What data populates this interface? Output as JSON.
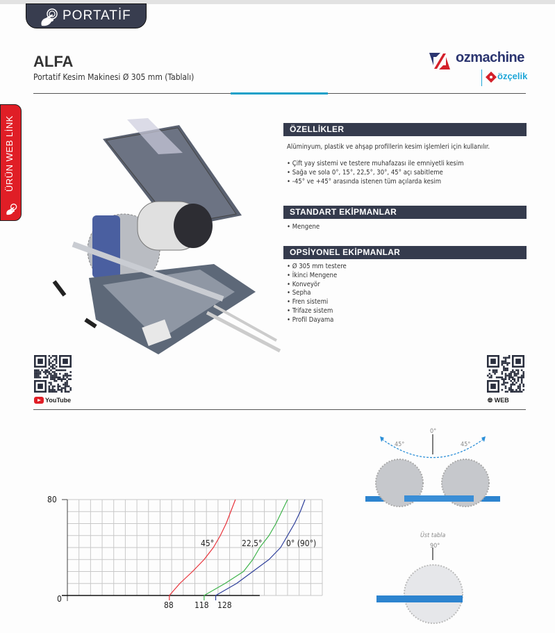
{
  "category_tab": {
    "label": "PORTATİF"
  },
  "side_tab": {
    "label": "ÜRÜN WEB LİNK"
  },
  "product": {
    "name": "ALFA",
    "subtitle": "Portatif Kesim Makinesi Ø 305 mm (Tablalı)"
  },
  "brand": {
    "primary": "ozmachine",
    "secondary": "özçelik"
  },
  "sections": {
    "features": {
      "title": "ÖZELLİKLER",
      "intro": "Alüminyum, plastik ve ahşap profillerin kesim işlemleri için kullanılır.",
      "items": [
        "• Çift yay sistemi ve testere muhafazası ile emniyetli kesim",
        "• Sağa ve sola 0°, 15°, 22,5°, 30°, 45° açı sabitleme",
        "• -45° ve +45° arasında istenen tüm açılarda kesim"
      ]
    },
    "standard": {
      "title": "STANDART EKİPMANLAR",
      "items": [
        "• Mengene"
      ]
    },
    "optional": {
      "title": "OPSİYONEL EKİPMANLAR",
      "items": [
        "• Ø 305 mm testere",
        "• İkinci Mengene",
        "• Konveyör",
        "• Sepha",
        "• Fren sistemi",
        "• Trifaze sistem",
        "• Profil Dayama"
      ]
    }
  },
  "links": {
    "youtube": "YouTube",
    "web": "WEB"
  },
  "diagram": {
    "top_center": "0°",
    "left": "45°",
    "right": "45°",
    "caption": "Üst tabla",
    "bottom_angle": "90°"
  },
  "colors": {
    "accent": "#13a0c8",
    "header": "#353b4d",
    "red": "#e01e26"
  },
  "chart_data": {
    "type": "line",
    "xlim": [
      0,
      220
    ],
    "ylim": [
      0,
      80
    ],
    "y_ticks": [
      "0",
      "80"
    ],
    "x_ticks": [
      {
        "value": 88,
        "label": "88",
        "color": "#e8323a"
      },
      {
        "value": 118,
        "label": "118",
        "color": "#3db34a"
      },
      {
        "value": 128,
        "label": "128",
        "color": "#2d3e9a"
      }
    ],
    "grid": true,
    "series": [
      {
        "name": "45°",
        "color": "#e8323a",
        "x": [
          88,
          97,
          108,
          118,
          126,
          132,
          137,
          141,
          145
        ],
        "y": [
          0,
          10,
          20,
          30,
          40,
          50,
          60,
          70,
          80
        ]
      },
      {
        "name": "22,5°",
        "color": "#3db34a",
        "x": [
          118,
          136,
          152,
          160,
          166,
          174,
          180,
          185,
          190
        ],
        "y": [
          0,
          10,
          20,
          30,
          40,
          50,
          60,
          70,
          80
        ]
      },
      {
        "name": "0° (90°)",
        "color": "#2d3e9a",
        "x": [
          128,
          146,
          160,
          174,
          184,
          190,
          196,
          201,
          205
        ],
        "y": [
          0,
          10,
          20,
          30,
          40,
          50,
          60,
          70,
          80
        ]
      }
    ]
  }
}
